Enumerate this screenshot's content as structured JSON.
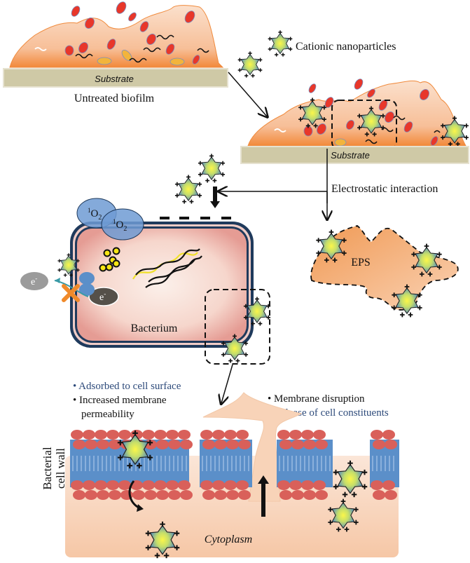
{
  "labels": {
    "cationic_nanoparticles": "Cationic nanoparticles",
    "substrate": "Substrate",
    "untreated_biofilm": "Untreated biofilm",
    "electrostatic_interaction": "Electrostatic interaction",
    "eps": "EPS",
    "bacterium": "Bacterium",
    "singlet_oxygen": "O",
    "singlet_oxygen_sup": "1",
    "singlet_oxygen_sub": "2",
    "electron": "e",
    "electron_sup": "-",
    "cell_wall_line1": "Bacterial",
    "cell_wall_line2": "cell wall",
    "cytoplasm": "Cytoplasm"
  },
  "bullets_left": [
    {
      "text": "Adsorbed to cell surface",
      "color": "#2d4a7a"
    },
    {
      "text": "Increased membrane",
      "color": "#111111"
    },
    {
      "text": "permeability",
      "color": "#111111"
    }
  ],
  "bullets_right": [
    {
      "text": "Membrane disruption",
      "color": "#111111"
    },
    {
      "text": "Release of cell constituents",
      "color": "#2d4a7a"
    }
  ],
  "colors": {
    "biofilm": "#f7b98a",
    "biofilm_edge": "#f08a3c",
    "bacteria_cell": "#e8372a",
    "substrate": "#cfc9a6",
    "membrane_blue": "#5b8fc9",
    "lipid_head": "#d9605a",
    "cytoplasm": "#f8d3b8",
    "nanoparticle_outer": "#4b86c4",
    "nanoparticle_inner": "#f4f03a",
    "cross_mark": "#f08a2a",
    "bacterium_fill": "#f2b8b0",
    "bacterium_wall": "#1f3a5c"
  }
}
